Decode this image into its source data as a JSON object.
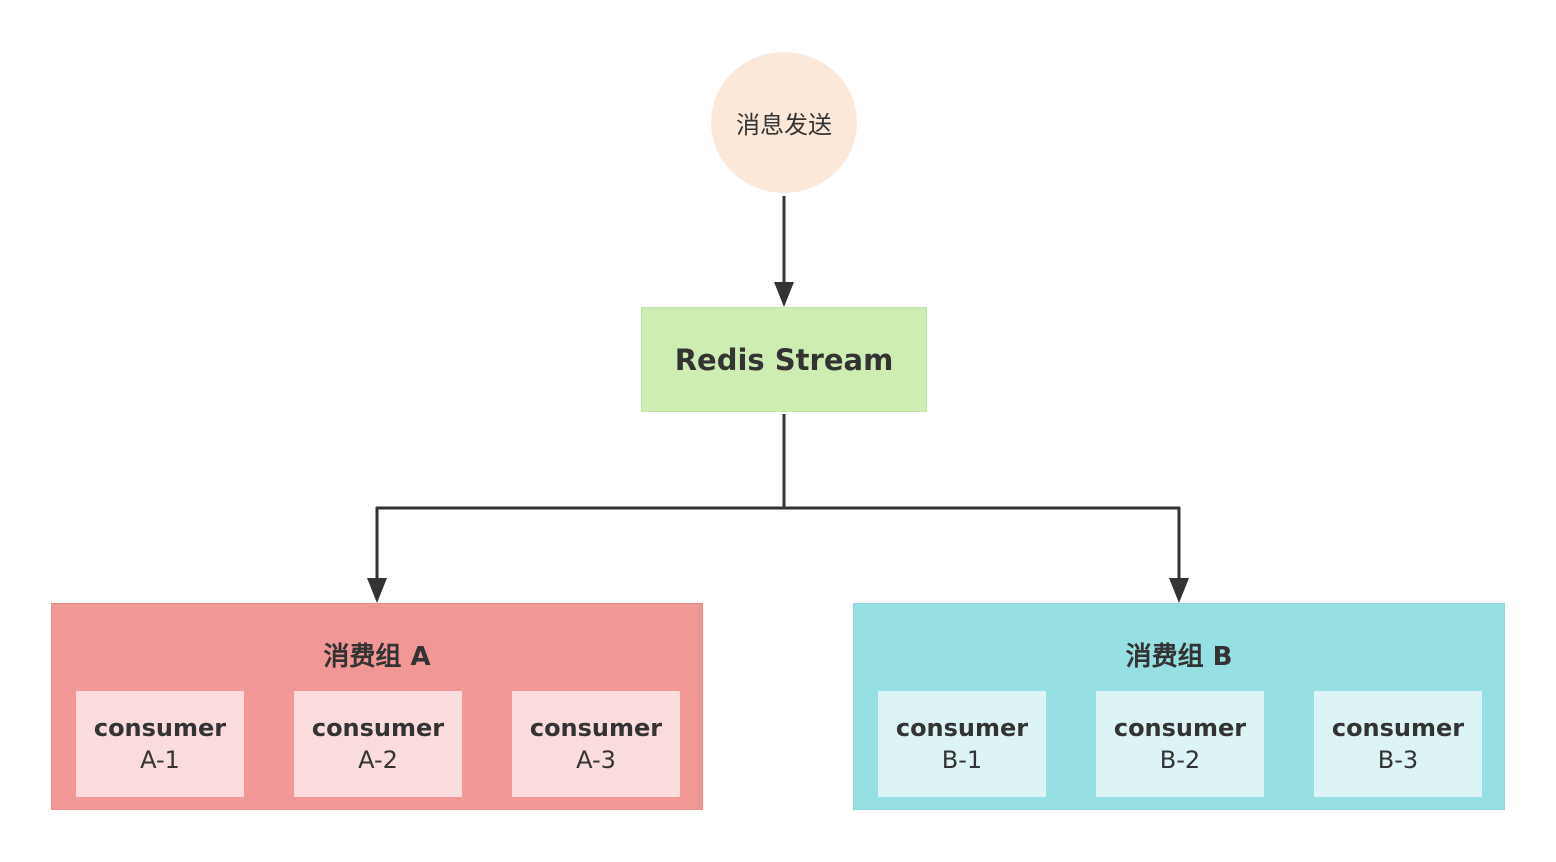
{
  "producer": {
    "label": "消息发送"
  },
  "stream": {
    "label": "Redis Stream"
  },
  "groups": [
    {
      "title": "消费组 A",
      "consumers": [
        {
          "title": "consumer",
          "id": "A-1"
        },
        {
          "title": "consumer",
          "id": "A-2"
        },
        {
          "title": "consumer",
          "id": "A-3"
        }
      ]
    },
    {
      "title": "消费组 B",
      "consumers": [
        {
          "title": "consumer",
          "id": "B-1"
        },
        {
          "title": "consumer",
          "id": "B-2"
        },
        {
          "title": "consumer",
          "id": "B-3"
        }
      ]
    }
  ],
  "colors": {
    "producer_fill": "#fce8d8",
    "stream_fill": "#cdedb2",
    "group_a_fill": "#f19795",
    "group_a_consumer_fill": "#f9dcdb",
    "group_b_fill": "#96dfe2",
    "group_b_consumer_fill": "#dcf4f5",
    "connector": "#333333"
  }
}
